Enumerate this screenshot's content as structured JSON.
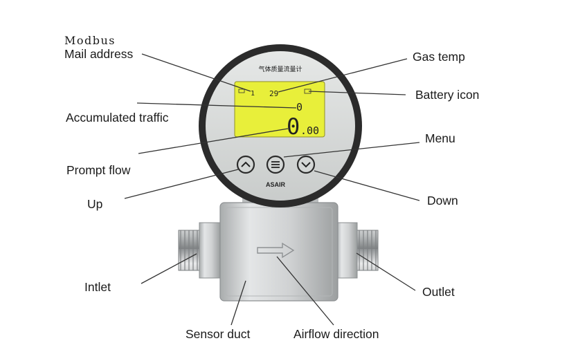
{
  "labels": {
    "modbus": "Modbus",
    "mail_address": "Mail address",
    "accumulated_traffic": "Accumulated traffic",
    "prompt_flow": "Prompt flow",
    "up": "Up",
    "gas_temp": "Gas temp",
    "battery_icon": "Battery icon",
    "menu": "Menu",
    "down": "Down",
    "inlet": "Intlet",
    "outlet": "Outlet",
    "sensor_duct": "Sensor duct",
    "airflow_direction": "Airflow direction"
  },
  "device": {
    "face_title": "气体质量流量计",
    "brand": "ASAIR",
    "lcd": {
      "address": "1",
      "temperature": "29",
      "accumulated": "0",
      "flow_int": "0",
      "flow_dec": ".00"
    }
  },
  "colors": {
    "lcd_background": "#e8ef3a",
    "bezel": "#2b2b2b",
    "face": "#d9dcda",
    "body_metal": "#c8cacb"
  }
}
